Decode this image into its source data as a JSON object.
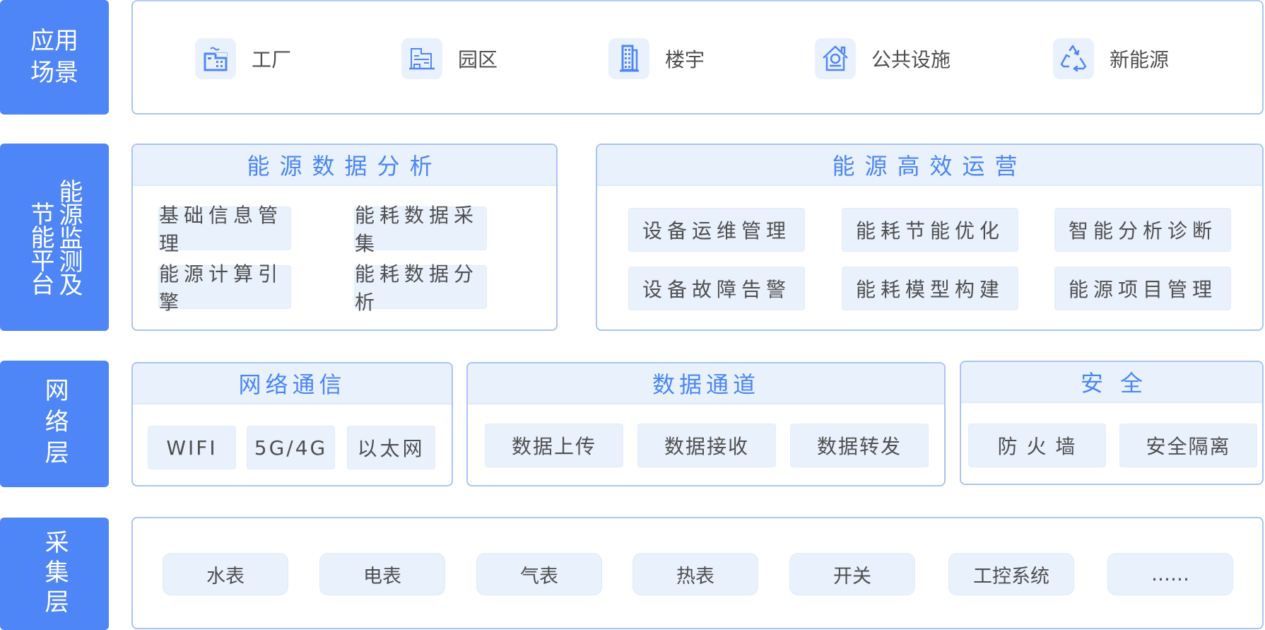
{
  "colors": {
    "accent": "#4f86f7",
    "panel_border": "#a9c4f7",
    "header_bg": "#e9f1fd",
    "header_text": "#4a86f6",
    "chip_text": "#4f4f4f"
  },
  "layers": {
    "application": {
      "label": "应用场景",
      "scenes": [
        {
          "icon": "factory-icon",
          "label": "工厂"
        },
        {
          "icon": "office-building-icon",
          "label": "园区"
        },
        {
          "icon": "tower-building-icon",
          "label": "楼宇"
        },
        {
          "icon": "house-icon",
          "label": "公共设施"
        },
        {
          "icon": "recycle-icon",
          "label": "新能源"
        }
      ]
    },
    "platform": {
      "label_col1": "能源监测及",
      "label_col2": "节能平台",
      "analysis": {
        "title": "能源数据分析",
        "items": [
          "基础信息管理",
          "能耗数据采集",
          "能源计算引擎",
          "能耗数据分析"
        ]
      },
      "operations": {
        "title": "能源高效运营",
        "items": [
          "设备运维管理",
          "能耗节能优化",
          "智能分析诊断",
          "设备故障告警",
          "能耗模型构建",
          "能源项目管理"
        ]
      }
    },
    "network": {
      "label": "网络层",
      "communication": {
        "title": "网络通信",
        "items": [
          "WIFI",
          "5G/4G",
          "以太网"
        ]
      },
      "data_channel": {
        "title": "数据通道",
        "items": [
          "数据上传",
          "数据接收",
          "数据转发"
        ]
      },
      "security": {
        "title": "安全",
        "items": [
          "防 火 墙",
          "安全隔离"
        ]
      }
    },
    "collection": {
      "label": "采集层",
      "items": [
        "水表",
        "电表",
        "气表",
        "热表",
        "开关",
        "工控系统",
        "……"
      ]
    }
  }
}
